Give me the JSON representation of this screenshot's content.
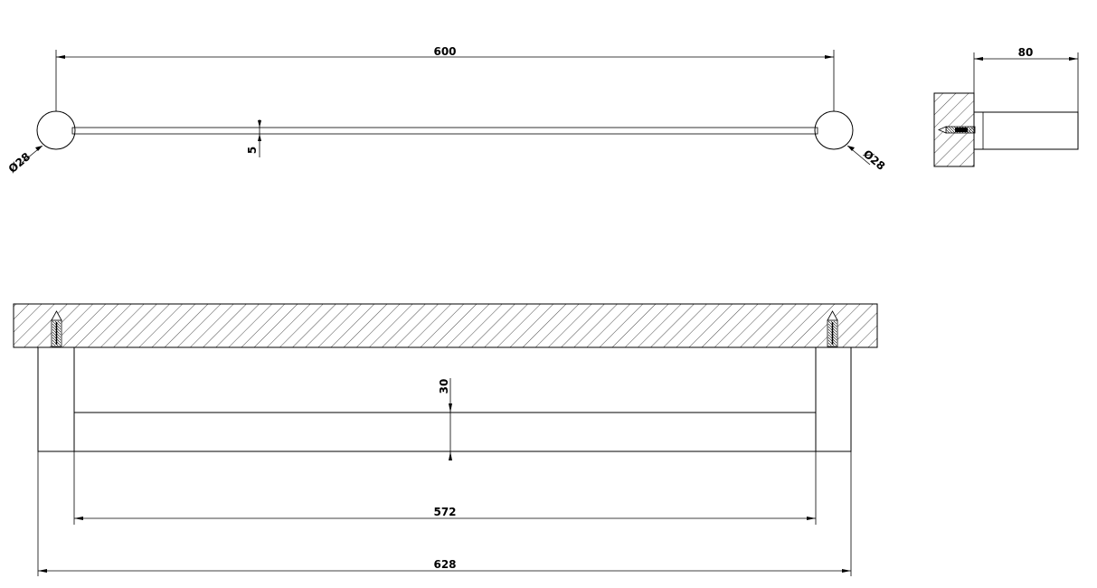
{
  "top_view": {
    "length_label": "600",
    "rod_label": "5",
    "left_diameter_label": "Ø28",
    "right_diameter_label": "Ø28"
  },
  "side_view": {
    "depth_label": "80"
  },
  "front_view": {
    "height_label": "30",
    "inner_length_label": "572",
    "overall_length_label": "628"
  }
}
